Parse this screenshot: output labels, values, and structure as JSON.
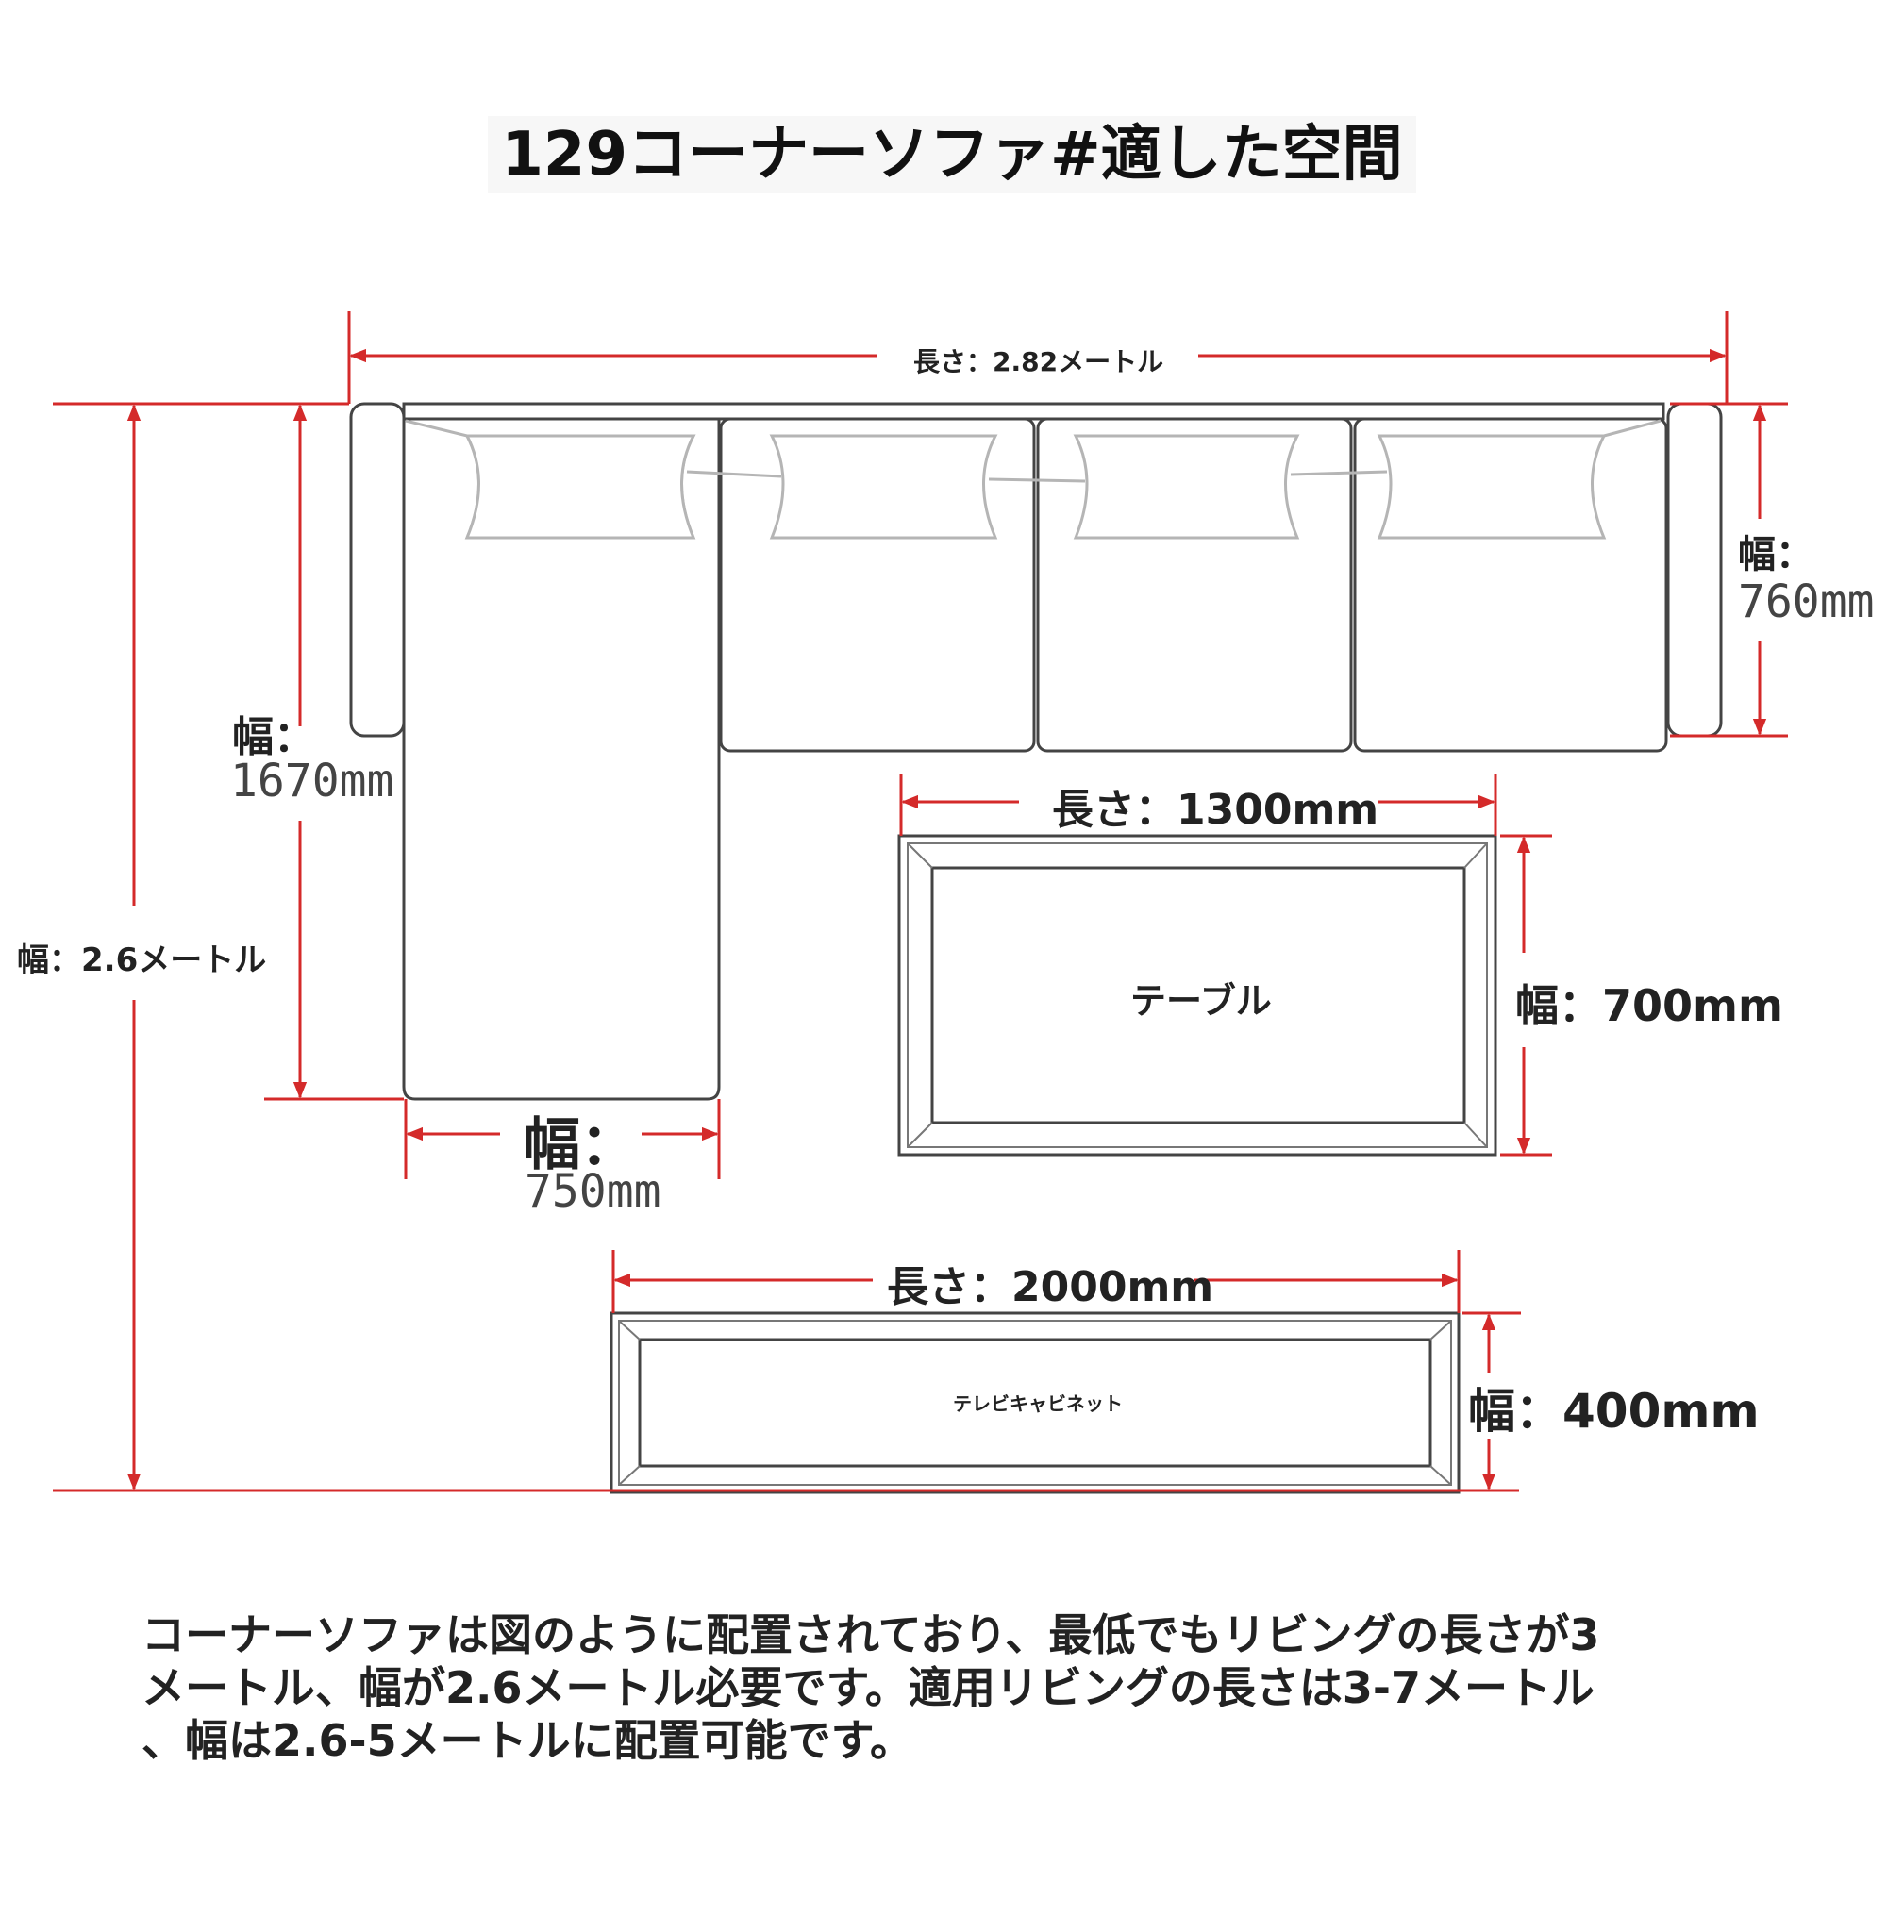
{
  "title": "129コーナーソファ#適した空間",
  "sofa": {
    "length_label": "長さ：2.82メートル",
    "depth_label_top": "幅：",
    "depth_label_value": "760mm",
    "chaise_length_label_top": "幅：",
    "chaise_length_label_value": "1670mm",
    "chaise_width_label_top": "幅：",
    "chaise_width_label_value": "750mm"
  },
  "room": {
    "width_label": "幅：2.6メートル"
  },
  "table": {
    "name": "テーブル",
    "length_label": "長さ：1300mm",
    "width_label": "幅：700mm"
  },
  "tv_cabinet": {
    "name": "テレビキャビネット",
    "length_label": "長さ：2000mm",
    "width_label": "幅：400mm"
  },
  "description": [
    "コーナーソファは図のように配置されており、最低でもリビングの長さが3",
    "メートル、幅が2.6メートル必要です。適用リビングの長さは3-7メートル",
    "、幅は2.6-5メートルに配置可能です。"
  ],
  "colors": {
    "dimension_line": "#d42a2a",
    "outline": "#444444",
    "pillow": "#b5b5b5"
  }
}
